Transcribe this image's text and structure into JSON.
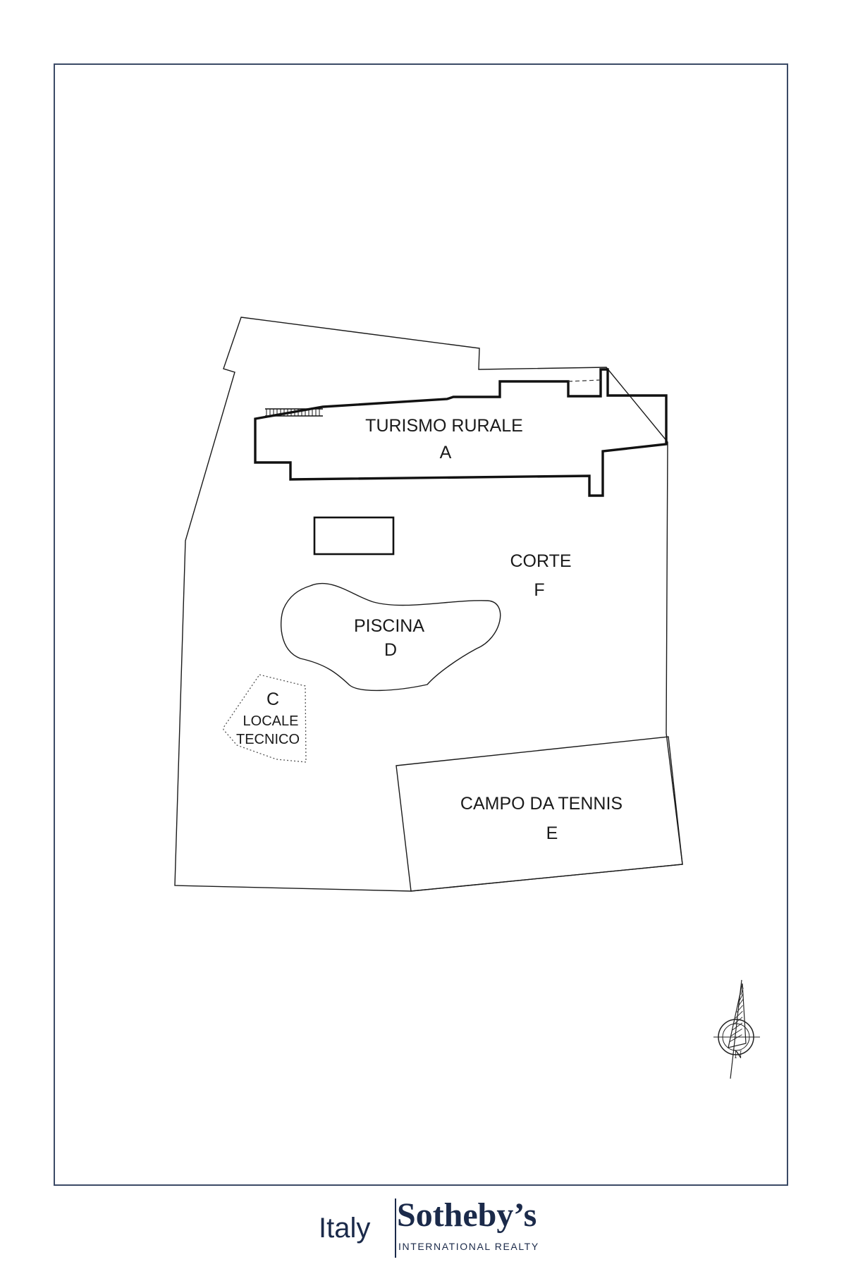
{
  "plan": {
    "building": {
      "name": "TURISMO RURALE",
      "code": "A"
    },
    "courtyard": {
      "name": "CORTE",
      "code": "F"
    },
    "pool": {
      "name": "PISCINA",
      "code": "D"
    },
    "tech_room": {
      "code": "C",
      "name_line1": "LOCALE",
      "name_line2": "TECNICO"
    },
    "tennis": {
      "name": "CAMPO DA TENNIS",
      "code": "E"
    },
    "compass": {
      "letter": "N"
    }
  },
  "footer": {
    "region": "Italy",
    "brand": "Sotheby’s",
    "brand_sub": "INTERNATIONAL REALTY"
  },
  "colors": {
    "frame": "#3b4a66",
    "lines": "#1a1a1a",
    "brand": "#1b2a4a"
  }
}
